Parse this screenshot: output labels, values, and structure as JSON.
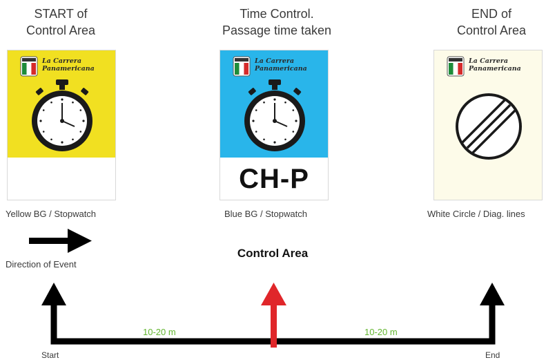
{
  "headings": {
    "start": [
      "START of",
      "Control Area"
    ],
    "time": [
      "Time Control.",
      "Passage time taken"
    ],
    "end": [
      "END of",
      "Control Area"
    ]
  },
  "logo": {
    "line1": "La Carrera",
    "line2": "Panamericana"
  },
  "signs": {
    "start": {
      "bg": "#f1e021",
      "caption": "Yellow BG / Stopwatch"
    },
    "time": {
      "bg": "#29b5ea",
      "code": "CH-P",
      "caption": "Blue BG / Stopwatch"
    },
    "end": {
      "bg": "#fdfbe9",
      "caption": "White Circle / Diag. lines"
    }
  },
  "direction_label": "Direction of Event",
  "control_area_label": "Control Area",
  "distances": {
    "left": "10-20 m",
    "right": "10-20 m"
  },
  "line_labels": {
    "start": "Start",
    "end": "End"
  },
  "colors": {
    "line": "#000000",
    "center_arrow": "#e0262a",
    "distance": "#62b52f"
  },
  "icons": [
    "stopwatch-icon",
    "end-of-restriction-icon",
    "right-arrow-icon",
    "up-arrow-icon"
  ]
}
